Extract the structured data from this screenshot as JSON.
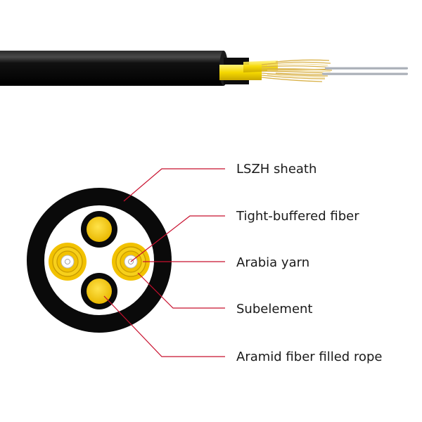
{
  "colors": {
    "background": "#ffffff",
    "sheath": "#0a0a0a",
    "sheath_highlight": "#3a3a3a",
    "yarn": "#f2c200",
    "yarn_light": "#fde24a",
    "yarn_fiber": "#e0b93a",
    "fiber_core": "#ffffff",
    "fiber_glass": "#c8ccd2",
    "leader_line": "#c8102e",
    "label_text": "#1a1a1a"
  },
  "callouts": [
    {
      "id": "sheath",
      "label": "LSZH sheath"
    },
    {
      "id": "tight-buffered-fiber",
      "label": "Tight-buffered fiber"
    },
    {
      "id": "arabia-yarn",
      "label": "Arabia yarn"
    },
    {
      "id": "subelement",
      "label": "Subelement"
    },
    {
      "id": "filler-rope",
      "label": "Aramid fiber filled rope"
    }
  ]
}
